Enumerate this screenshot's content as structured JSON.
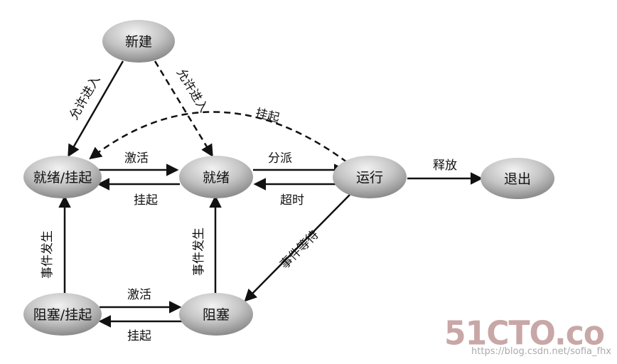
{
  "nodes": {
    "new": "新建",
    "ready_suspended": "就绪/挂起",
    "ready": "就绪",
    "running": "运行",
    "exit": "退出",
    "blocked_suspended": "阻塞/挂起",
    "blocked": "阻塞"
  },
  "edges": {
    "new_to_ready_suspended": "允许进入",
    "new_to_ready": "允许进入",
    "running_to_ready_suspended": "挂起",
    "ready_suspended_to_ready": "激活",
    "ready_to_ready_suspended": "挂起",
    "ready_to_running": "分派",
    "running_to_ready": "超时",
    "running_to_exit": "释放",
    "running_to_blocked": "事件等待",
    "blocked_suspended_to_ready_suspended": "事件发生",
    "blocked_to_ready": "事件发生",
    "blocked_suspended_to_blocked": "激活",
    "blocked_to_blocked_suspended": "挂起"
  },
  "watermark": {
    "logo": "51CTO.co",
    "url": "https://blog.csdn.net/sofia_fhx"
  }
}
